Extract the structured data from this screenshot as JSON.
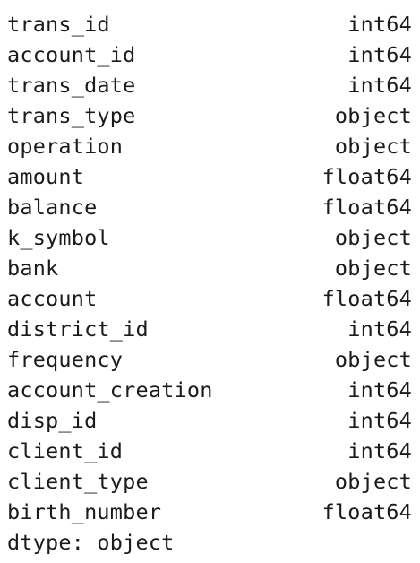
{
  "rows": [
    {
      "name": "trans_id",
      "dtype": "int64"
    },
    {
      "name": "account_id",
      "dtype": "int64"
    },
    {
      "name": "trans_date",
      "dtype": "int64"
    },
    {
      "name": "trans_type",
      "dtype": "object"
    },
    {
      "name": "operation",
      "dtype": "object"
    },
    {
      "name": "amount",
      "dtype": "float64"
    },
    {
      "name": "balance",
      "dtype": "float64"
    },
    {
      "name": "k_symbol",
      "dtype": "object"
    },
    {
      "name": "bank",
      "dtype": "object"
    },
    {
      "name": "account",
      "dtype": "float64"
    },
    {
      "name": "district_id",
      "dtype": "int64"
    },
    {
      "name": "frequency",
      "dtype": "object"
    },
    {
      "name": "account_creation",
      "dtype": "int64"
    },
    {
      "name": "disp_id",
      "dtype": "int64"
    },
    {
      "name": "client_id",
      "dtype": "int64"
    },
    {
      "name": "client_type",
      "dtype": "object"
    },
    {
      "name": "birth_number",
      "dtype": "float64"
    }
  ],
  "footer": "dtype: object"
}
